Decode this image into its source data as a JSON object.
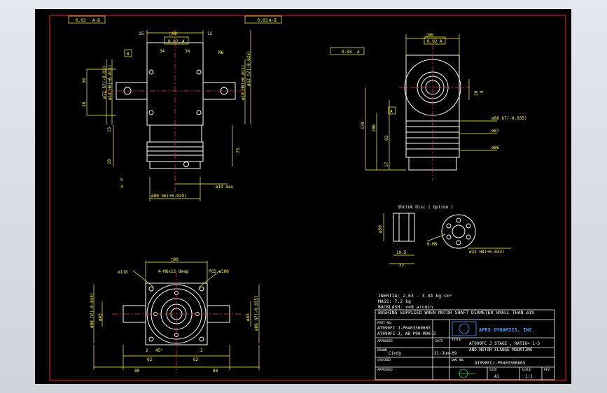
{
  "colors": {
    "background": "#000000",
    "frame": "#cc1f1f",
    "geometry": "#ffffff",
    "dimension": "#ffff3a",
    "center": "#ff3a3a",
    "tick": "#39d14a",
    "logo": "#3aa0ff"
  },
  "top_view": {
    "tol_left": [
      "0.03",
      "A-B"
    ],
    "tol_right": [
      "0.03",
      "A-B"
    ],
    "sq90": "□90",
    "tol_sq": [
      "0.02",
      "A"
    ],
    "d15a": "15",
    "d15b": "15",
    "d34": "34",
    "m6": "M6",
    "d72": "ø72 h7(-0.03)",
    "d18": "ø18 H6(+0.011)",
    "d18b": "ø18 H6(+0.011)",
    "d32": "ø32 h7(-0.025)",
    "d36a": "36",
    "d36b": "36",
    "d15c": "15",
    "d34b": "34",
    "d10": "10",
    "d75": "75",
    "d5": "5",
    "d4": "4",
    "d80": "ø80 G6(+0.029)",
    "d19": "ø19 max",
    "datum_b": "B"
  },
  "side_view": {
    "tol": [
      "0.03",
      "A"
    ],
    "sq90": "□90",
    "tol_sq": [
      "0.02",
      "A"
    ],
    "d20": "20",
    "d8": "8",
    "d170": "170",
    "d108": "108",
    "d63": "63",
    "d17": "17",
    "d88": "ø88 h7(-0.035)",
    "d87": "ø87",
    "d86": "ø86",
    "datum_a": "A"
  },
  "shrink_disc": {
    "title": "Shrink Disc ( Option )",
    "d50": "ø50",
    "d195": "19.5",
    "d22": "22",
    "m5": "6-M5",
    "d22h8": "ø22 H8(+0.033)"
  },
  "front_view": {
    "sq90": "□90",
    "d118": "ø118",
    "holes": "4-M6x12 deep",
    "pcd": "PCD ø100",
    "d88": "ø88 h7(-0.035)",
    "d43": "ø43",
    "d43b": "ø43",
    "d86": "ø86 h7(-0.035)",
    "angle": "45°",
    "d2a": "2",
    "d2b": "2",
    "d62a": "62",
    "d62b": "62",
    "d80a": "80",
    "d80b": "80"
  },
  "notes": {
    "inertia": "INERTIA: 2.63 - 3.34  kg-cm²",
    "mass": "MASS: 7.2  kg",
    "backlash": "BACKLASH: <=8  arcmin",
    "bushing": "BUSHING SUPPLIED WHEN MOTOR SHAFT DIAMETER SMALL THAN ø19"
  },
  "title_block": {
    "part_no_label": "PART NO.",
    "part_no_1": "AT090FC J-P0403300603",
    "part_no_2": "AT090FC-J, AB-P90-M90-3",
    "approved_label": "APPROVED",
    "date_label": "DATE",
    "drawn_label": "DRAWN",
    "drawn_value": "Cindy",
    "date_value": "21-Jun-09",
    "checked_label": "CHECKED",
    "approved2_label": "APPROVED",
    "title_label": "TITLE",
    "title_1": "AT090FC J STAGE , RATIO= 1-5",
    "title_2": "AND MOTOR FLANGE MOUNTING",
    "company": "APEX DYNAMICS, INC.",
    "dwg_label": "DWG NO.",
    "dwg_value": "AT090FCJ-P0403300603",
    "size_label": "SIZE",
    "size_value": "A1",
    "scale_label": "SCALE",
    "scale_value": "1:1",
    "rev_label": "REV"
  }
}
